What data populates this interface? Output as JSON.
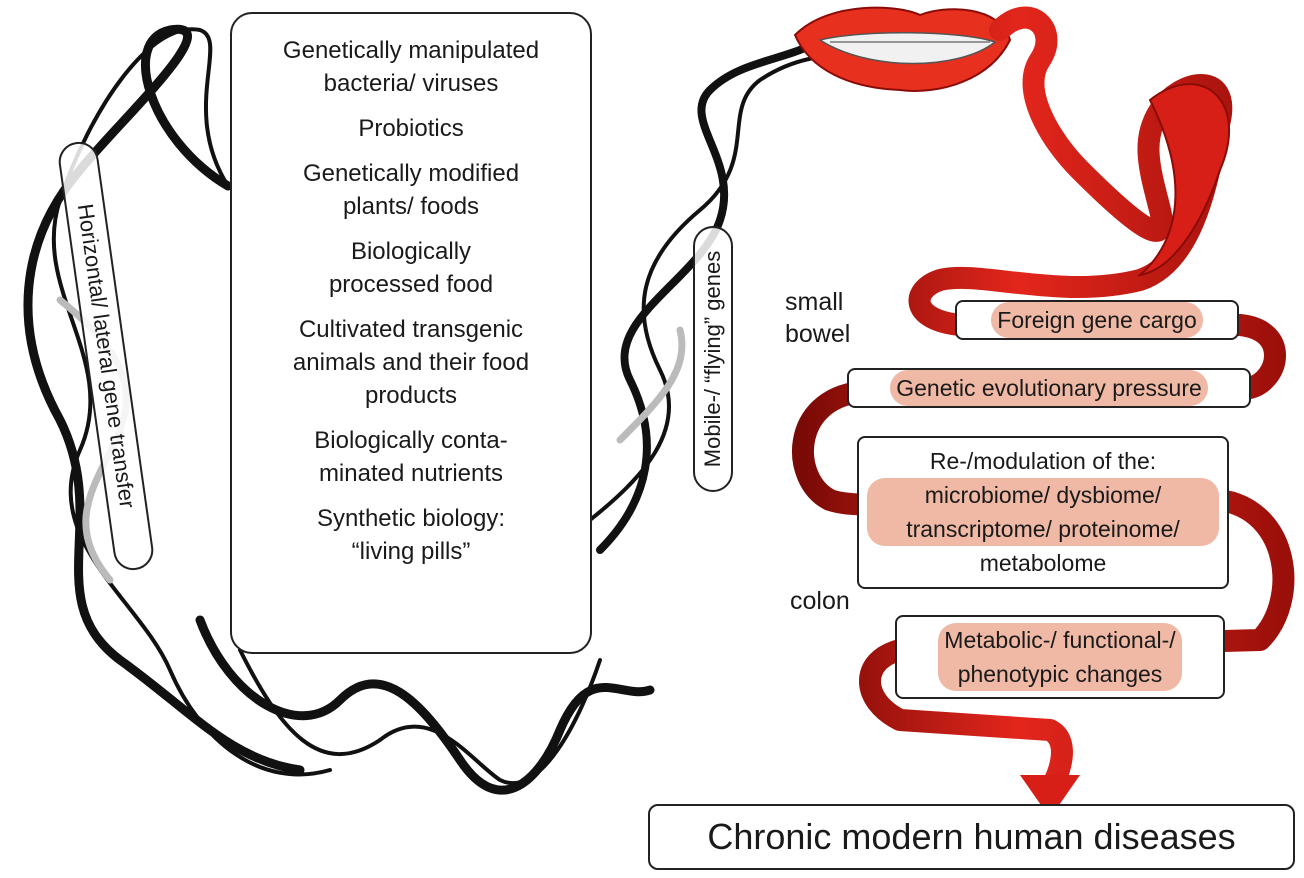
{
  "sources": [
    "Genetically manipulated\nbacteria/ viruses",
    "Probiotics",
    "Genetically modified\nplants/ foods",
    "Biologically\nprocessed food",
    "Cultivated transgenic\nanimals and their food\nproducts",
    "Biologically conta-\nminated nutrients",
    "Synthetic biology:\n“living pills”"
  ],
  "labels": {
    "horizontal_transfer": "Horizontal/ lateral gene transfer",
    "mobile_genes": "Mobile-/ “flying” genes",
    "small_bowel": "small\nbowel",
    "colon": "colon"
  },
  "steps": {
    "foreign_cargo": "Foreign gene cargo",
    "evolutionary_pressure": "Genetic evolutionary pressure",
    "remodulation_title": "Re-/modulation of the:",
    "remodulation_body": "microbiome/ dysbiome/\ntranscriptome/ proteinome/",
    "remodulation_last": "metabolome",
    "metabolic_changes": "Metabolic-/ functional-/\nphenotypic changes"
  },
  "outcome": "Chronic modern human diseases",
  "colors": {
    "gut_red": "#d81f17",
    "gut_dark": "#8a0c08",
    "highlight": "#f0b9a6",
    "dna": "#111111"
  }
}
